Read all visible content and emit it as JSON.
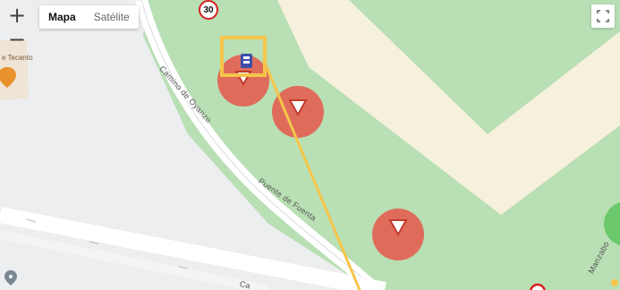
{
  "controls": {
    "zoom_in": "+",
    "zoom_out": "−",
    "map_type": [
      "Mapa",
      "Satélite"
    ],
    "active_map_type": "Mapa"
  },
  "labels": {
    "place_top_left": "e Tecanto",
    "street_a": "Camino de Oyanzo",
    "street_b": "Puente de Fuenta",
    "street_c": "Manzabo",
    "bottom_street": "Ca"
  },
  "markers": {
    "speed_limit": "30"
  },
  "colors": {
    "road_fill": "#ffffff",
    "park": "#b9dfb4",
    "block": "#f6f1dc",
    "yield_zone": "#e5584b",
    "highlight": "#f6c54a",
    "speed_ring": "#d62020"
  }
}
